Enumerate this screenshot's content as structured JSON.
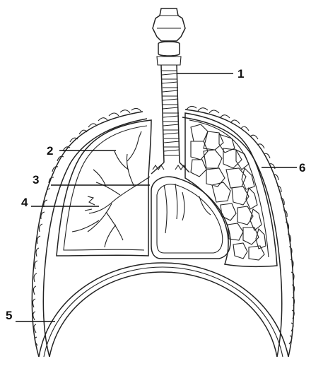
{
  "labels": {
    "l1": "1",
    "l2": "2",
    "l3": "3",
    "l4": "4",
    "l5": "5",
    "l6": "6"
  },
  "colors": {
    "line": "#222222",
    "background": "#ffffff"
  }
}
